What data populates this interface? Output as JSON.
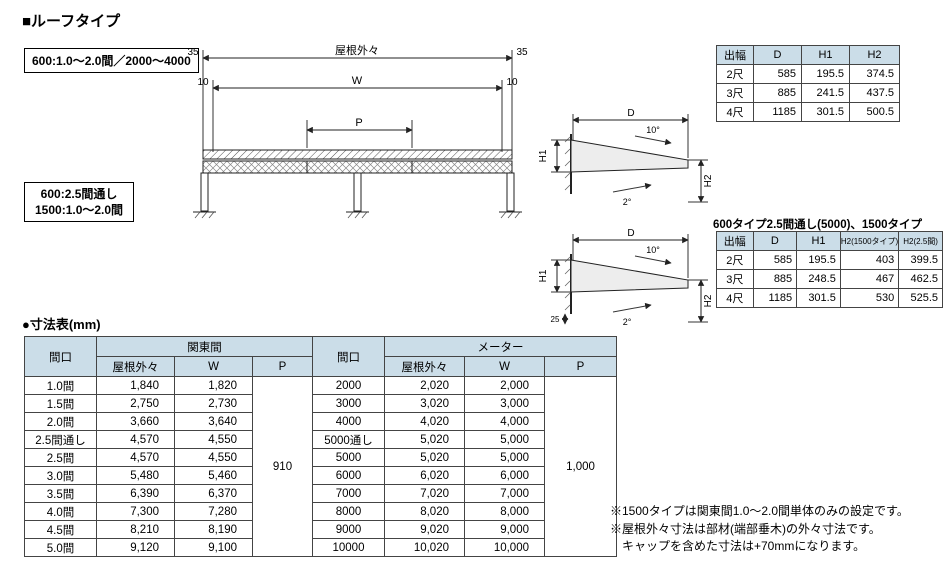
{
  "header": {
    "title": "■ルーフタイプ"
  },
  "labels": {
    "box1": "600:1.0〜2.0間／2000〜4000",
    "box2_line1": "600:2.5間通し",
    "box2_line2": "1500:1.0〜2.0間",
    "dim_section": "●寸法表(mm)"
  },
  "front_diagram": {
    "dim_35": "35",
    "dim_yane": "屋根外々",
    "dim_10": "10",
    "dim_w": "W",
    "dim_p": "P"
  },
  "side_diagram": {
    "dim_d": "D",
    "angle_top": "10°",
    "dim_h1": "H1",
    "dim_h2": "H2",
    "angle_bottom": "2°",
    "dim_25": "25"
  },
  "table_600": {
    "headers": [
      "出幅",
      "D",
      "H1",
      "H2"
    ],
    "rows": [
      [
        "2尺",
        "585",
        "195.5",
        "374.5"
      ],
      [
        "3尺",
        "885",
        "241.5",
        "437.5"
      ],
      [
        "4尺",
        "1185",
        "301.5",
        "500.5"
      ]
    ]
  },
  "table_1500": {
    "title": "600タイプ2.5間通し(5000)、1500タイプ",
    "headers": [
      "出幅",
      "D",
      "H1",
      "H2(1500タイプ)",
      "H2(2.5間)"
    ],
    "rows": [
      [
        "2尺",
        "585",
        "195.5",
        "403",
        "399.5"
      ],
      [
        "3尺",
        "885",
        "248.5",
        "467",
        "462.5"
      ],
      [
        "4尺",
        "1185",
        "301.5",
        "530",
        "525.5"
      ]
    ]
  },
  "dim_table": {
    "kanto": {
      "maguchi_label": "間口",
      "group_label": "関東間",
      "sub_headers": [
        "屋根外々",
        "W",
        "P"
      ],
      "rows": [
        [
          "1.0間",
          "1,840",
          "1,820"
        ],
        [
          "1.5間",
          "2,750",
          "2,730"
        ],
        [
          "2.0間",
          "3,660",
          "3,640"
        ],
        [
          "2.5間通し",
          "4,570",
          "4,550"
        ],
        [
          "2.5間",
          "4,570",
          "4,550"
        ],
        [
          "3.0間",
          "5,480",
          "5,460"
        ],
        [
          "3.5間",
          "6,390",
          "6,370"
        ],
        [
          "4.0間",
          "7,300",
          "7,280"
        ],
        [
          "4.5間",
          "8,210",
          "8,190"
        ],
        [
          "5.0間",
          "9,120",
          "9,100"
        ]
      ],
      "p_value": "910"
    },
    "meter": {
      "maguchi_label": "間口",
      "group_label": "メーター",
      "sub_headers": [
        "屋根外々",
        "W",
        "P"
      ],
      "rows": [
        [
          "2000",
          "2,020",
          "2,000"
        ],
        [
          "3000",
          "3,020",
          "3,000"
        ],
        [
          "4000",
          "4,020",
          "4,000"
        ],
        [
          "5000通し",
          "5,020",
          "5,000"
        ],
        [
          "5000",
          "5,020",
          "5,000"
        ],
        [
          "6000",
          "6,020",
          "6,000"
        ],
        [
          "7000",
          "7,020",
          "7,000"
        ],
        [
          "8000",
          "8,020",
          "8,000"
        ],
        [
          "9000",
          "9,020",
          "9,000"
        ],
        [
          "10000",
          "10,020",
          "10,000"
        ]
      ],
      "p_value": "1,000"
    }
  },
  "notes": [
    "※1500タイプは関東間1.0〜2.0間単体のみの設定です。",
    "※屋根外々寸法は部材(端部垂木)の外々寸法です。",
    "キャップを含めた寸法は+70mmになります。"
  ],
  "colors": {
    "table_header_bg": "#cbdde8",
    "line": "#222222"
  }
}
